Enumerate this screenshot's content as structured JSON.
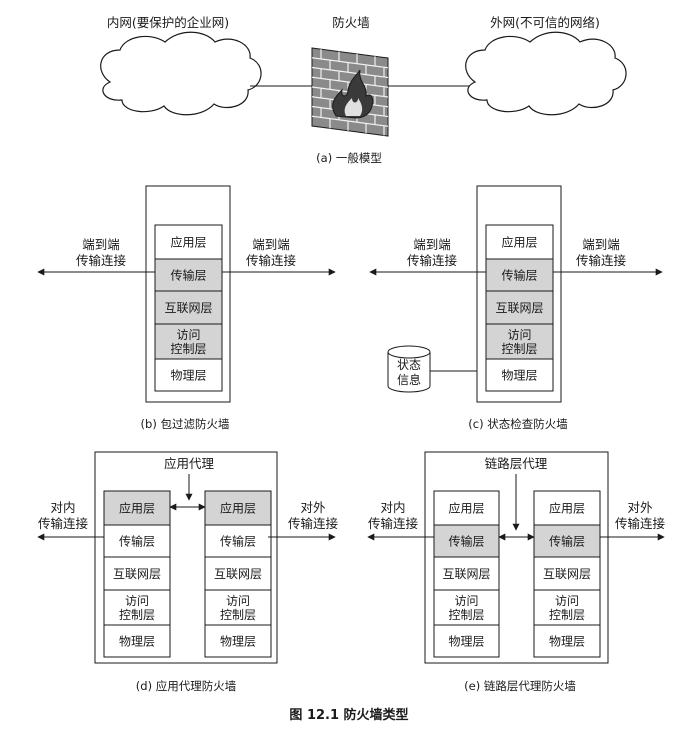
{
  "colors": {
    "shade": "#d4d4d4",
    "line": "#1a1a1a",
    "background": "#ffffff"
  },
  "panel_a": {
    "inner_label": "内网(要保护的企业网)",
    "firewall_label": "防火墙",
    "outer_label": "外网(不可信的网络)",
    "caption": "(a) 一般模型"
  },
  "panel_b": {
    "left_label": [
      "端到端",
      "传输连接"
    ],
    "right_label": [
      "端到端",
      "传输连接"
    ],
    "layers": [
      {
        "label": [
          "应用层"
        ],
        "shaded": false
      },
      {
        "label": [
          "传输层"
        ],
        "shaded": true
      },
      {
        "label": [
          "互联网层"
        ],
        "shaded": true
      },
      {
        "label": [
          "访问",
          "控制层"
        ],
        "shaded": true
      },
      {
        "label": [
          "物理层"
        ],
        "shaded": false
      }
    ],
    "caption": "(b) 包过滤防火墙"
  },
  "panel_c": {
    "left_label": [
      "端到端",
      "传输连接"
    ],
    "right_label": [
      "端到端",
      "传输连接"
    ],
    "state_label": [
      "状态",
      "信息"
    ],
    "layers": [
      {
        "label": [
          "应用层"
        ],
        "shaded": false
      },
      {
        "label": [
          "传输层"
        ],
        "shaded": true
      },
      {
        "label": [
          "互联网层"
        ],
        "shaded": true
      },
      {
        "label": [
          "访问",
          "控制层"
        ],
        "shaded": true
      },
      {
        "label": [
          "物理层"
        ],
        "shaded": false
      }
    ],
    "caption": "(c) 状态检查防火墙"
  },
  "panel_d": {
    "proxy_label": "应用代理",
    "left_label": [
      "对内",
      "传输连接"
    ],
    "right_label": [
      "对外",
      "传输连接"
    ],
    "layers": [
      {
        "label": [
          "应用层"
        ],
        "shaded": true
      },
      {
        "label": [
          "传输层"
        ],
        "shaded": false
      },
      {
        "label": [
          "互联网层"
        ],
        "shaded": false
      },
      {
        "label": [
          "访问",
          "控制层"
        ],
        "shaded": false
      },
      {
        "label": [
          "物理层"
        ],
        "shaded": false
      }
    ],
    "caption": "(d) 应用代理防火墙"
  },
  "panel_e": {
    "proxy_label": "链路层代理",
    "left_label": [
      "对内",
      "传输连接"
    ],
    "right_label": [
      "对外",
      "传输连接"
    ],
    "layers": [
      {
        "label": [
          "应用层"
        ],
        "shaded": false
      },
      {
        "label": [
          "传输层"
        ],
        "shaded": true
      },
      {
        "label": [
          "互联网层"
        ],
        "shaded": false
      },
      {
        "label": [
          "访问",
          "控制层"
        ],
        "shaded": false
      },
      {
        "label": [
          "物理层"
        ],
        "shaded": false
      }
    ],
    "caption": "(e) 链路层代理防火墙"
  },
  "figure_title": "图 12.1    防火墙类型"
}
